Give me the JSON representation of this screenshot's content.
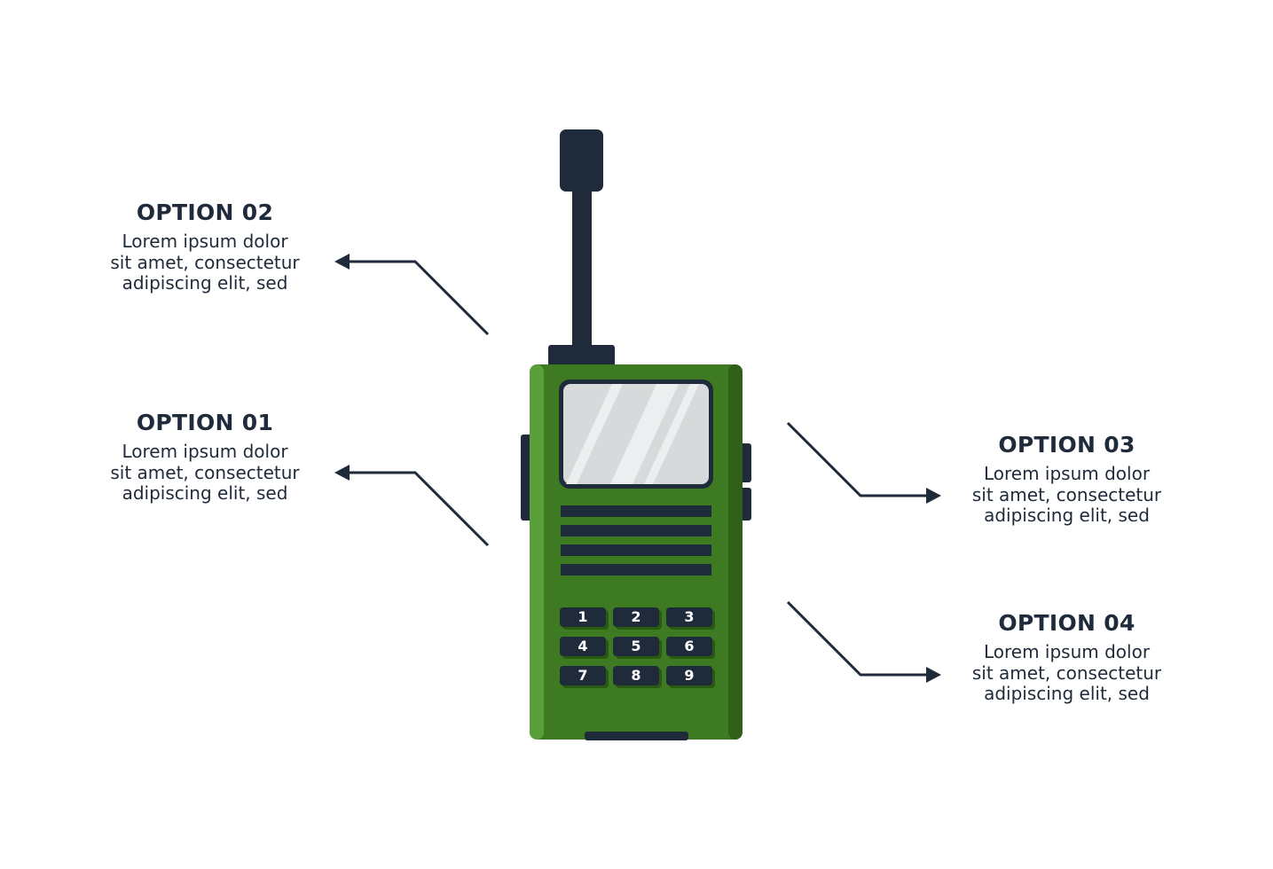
{
  "colors": {
    "navy": "#1f2a3a",
    "radio_green": "#3e7a22",
    "radio_green_light": "#5aa03a",
    "radio_green_dark": "#2f5f18",
    "screen": "#d7d9db",
    "background": "#ffffff"
  },
  "options": [
    {
      "id": "opt-01",
      "title": "OPTION 01",
      "desc": "Lorem ipsum dolor\nsit amet, consectetur\nadipiscing elit, sed"
    },
    {
      "id": "opt-02",
      "title": "OPTION 02",
      "desc": "Lorem ipsum dolor\nsit amet, consectetur\nadipiscing elit, sed"
    },
    {
      "id": "opt-03",
      "title": "OPTION 03",
      "desc": "Lorem ipsum dolor\nsit amet, consectetur\nadipiscing elit, sed"
    },
    {
      "id": "opt-04",
      "title": "OPTION 04",
      "desc": "Lorem ipsum dolor\nsit amet, consectetur\nadipiscing elit, sed"
    }
  ],
  "keypad": [
    "1",
    "2",
    "3",
    "4",
    "5",
    "6",
    "7",
    "8",
    "9"
  ],
  "icons": {
    "device": "walkie-talkie-icon",
    "arrow": "arrow-icon"
  }
}
